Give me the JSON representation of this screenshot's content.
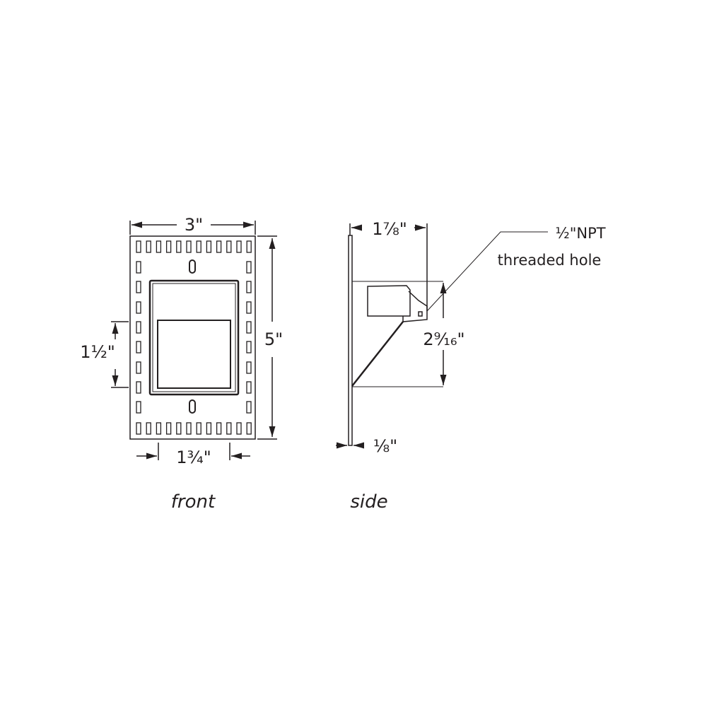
{
  "front": {
    "caption": "front",
    "width_dim": "3\"",
    "height_dim": "5\"",
    "opening_height_dim": "1½\"",
    "opening_width_dim": "1¾\""
  },
  "side": {
    "caption": "side",
    "depth_dim": "1⅞\"",
    "housing_height_dim": "2⁹⁄₁₆\"",
    "plate_thickness_dim": "⅛\"",
    "callout_line1": "½\"NPT",
    "callout_line2": "threaded hole"
  },
  "colors": {
    "line": "#231f20",
    "background": "#ffffff"
  }
}
